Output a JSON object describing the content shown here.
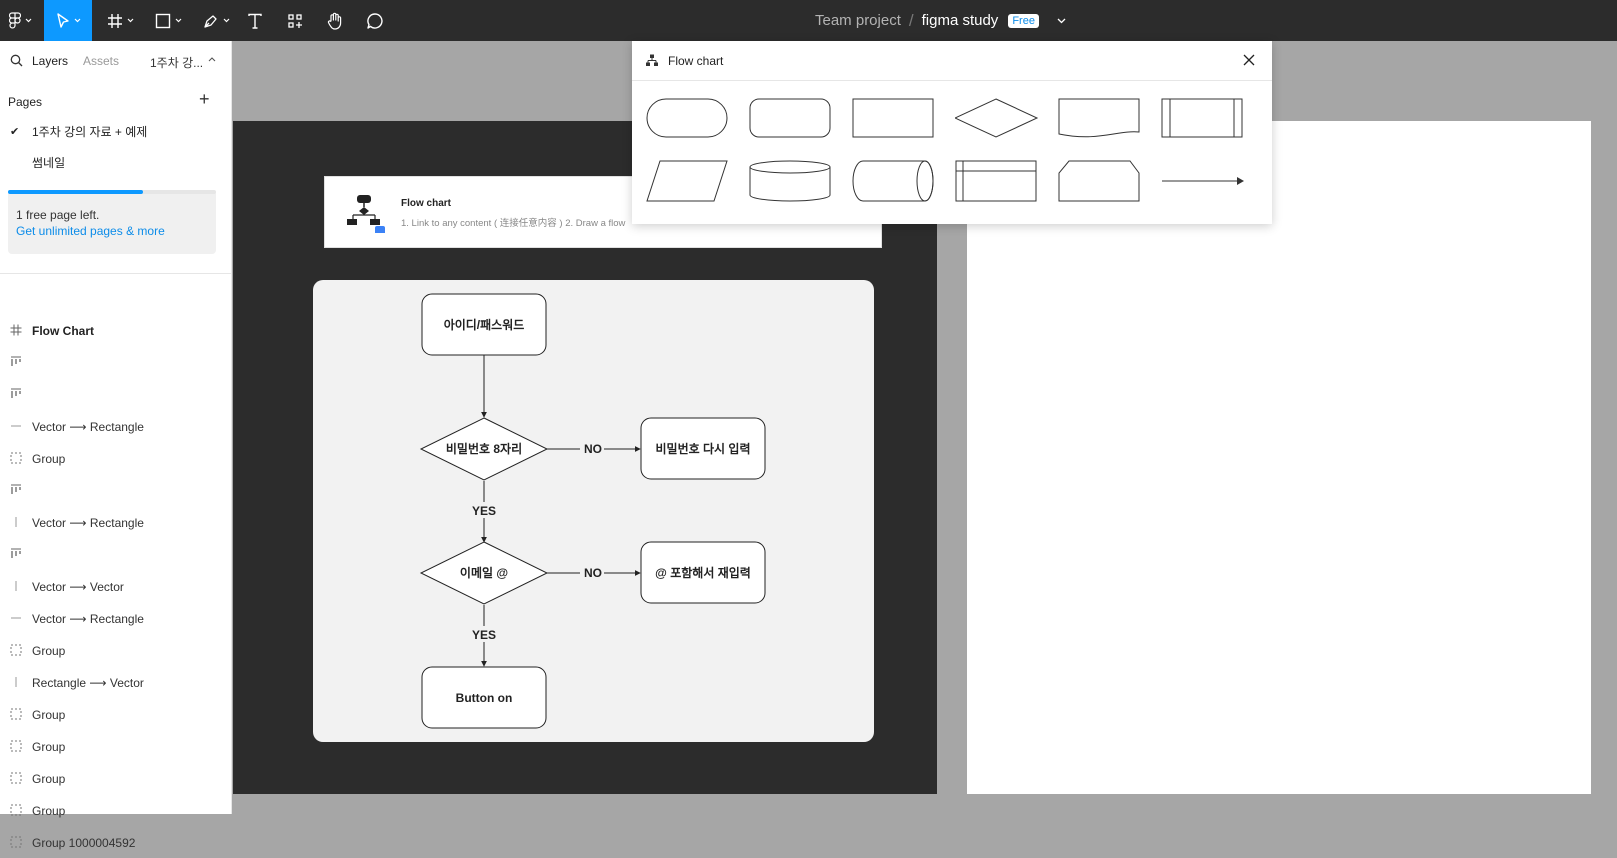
{
  "toolbar": {
    "project": "Team project",
    "separator": "/",
    "file_name": "figma study",
    "plan_badge": "Free"
  },
  "left_panel": {
    "tabs": {
      "layers": "Layers",
      "assets": "Assets",
      "page": "1주차 강..."
    },
    "pages_title": "Pages",
    "pages": [
      {
        "label": "1주차 강의 자료 + 예제",
        "selected": true
      },
      {
        "label": "썸네일",
        "selected": false
      }
    ],
    "page_quota_fraction": 0.65,
    "upsell_text": "1 free page left.",
    "upsell_link": "Get unlimited pages & more",
    "layers": [
      {
        "name": "Flow Chart",
        "icon": "frame-icon"
      },
      {
        "name": "",
        "icon": "layout-icon"
      },
      {
        "name": "",
        "icon": "layout-icon"
      },
      {
        "name": "Vector ⟶ Rectangle",
        "icon": "line-icon"
      },
      {
        "name": "Group",
        "icon": "group-icon"
      },
      {
        "name": "",
        "icon": "layout-icon"
      },
      {
        "name": "Vector ⟶ Rectangle",
        "icon": "vline-icon"
      },
      {
        "name": "",
        "icon": "layout-icon"
      },
      {
        "name": "Vector ⟶ Vector",
        "icon": "vline-icon"
      },
      {
        "name": "Vector ⟶ Rectangle",
        "icon": "line-icon"
      },
      {
        "name": "Group",
        "icon": "group-icon"
      },
      {
        "name": "Rectangle ⟶ Vector",
        "icon": "vline-icon"
      },
      {
        "name": "Group",
        "icon": "group-icon"
      },
      {
        "name": "Group",
        "icon": "group-icon"
      },
      {
        "name": "Group",
        "icon": "group-icon"
      },
      {
        "name": "Group",
        "icon": "group-icon"
      },
      {
        "name": "Group 1000004592",
        "icon": "group-icon"
      }
    ]
  },
  "widget": {
    "title": "Flow chart",
    "description": "1. Link to any content ( 连接任意内容 ) 2. Draw a flow"
  },
  "flowchart": {
    "start": "아이디/패스워드",
    "decision1": "비밀번호 8자리",
    "no1_label": "NO",
    "no1_target": "비밀번호 다시 입력",
    "yes1_label": "YES",
    "decision2": "이메일 @",
    "no2_label": "NO",
    "no2_target": "@ 포함해서 재입력",
    "yes2_label": "YES",
    "end": "Button on"
  },
  "flow_panel": {
    "title": "Flow chart",
    "shapes": [
      "terminator",
      "rounded-rectangle",
      "rectangle",
      "decision",
      "document",
      "predefined-process",
      "data",
      "database",
      "direct-access-storage",
      "internal-storage",
      "manual-input",
      "arrow"
    ]
  }
}
